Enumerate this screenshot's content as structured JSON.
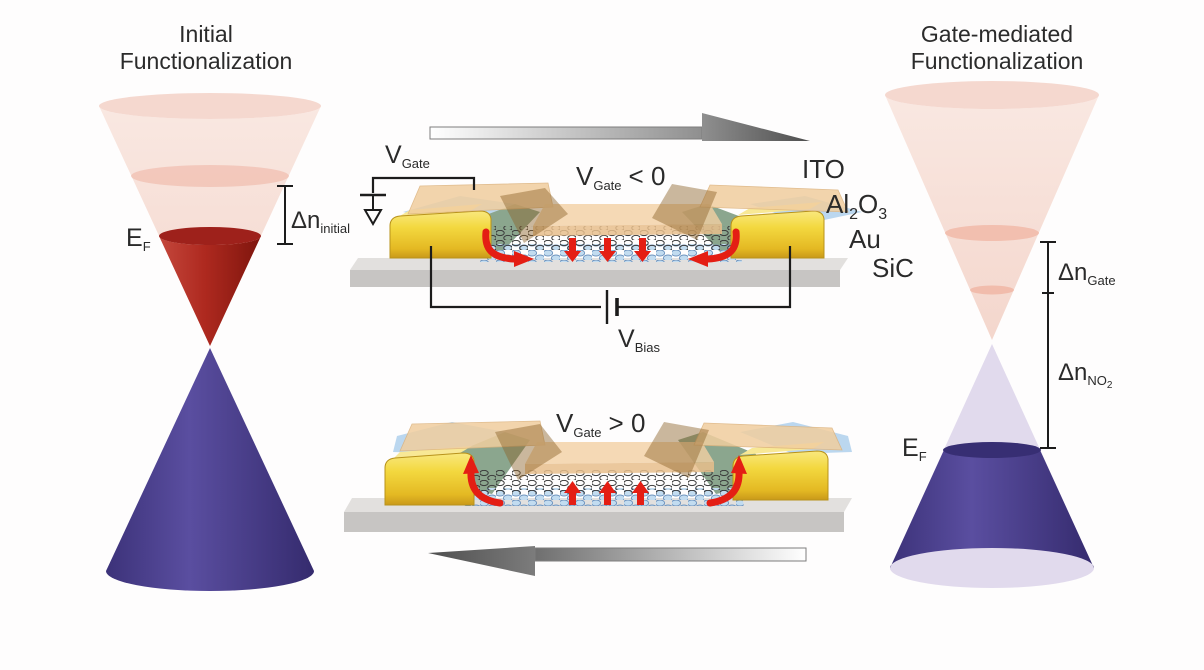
{
  "left_panel": {
    "title_line1": "Initial",
    "title_line2": "Functionalization",
    "ef": {
      "base": "E",
      "sub": "F"
    },
    "dn_initial": {
      "base": "Δn",
      "sub": "initial"
    }
  },
  "device_panel": {
    "vgate": {
      "base": "V",
      "sub": "Gate"
    },
    "vgate_neg": {
      "base": "V",
      "sub": "Gate",
      "rest": "< 0"
    },
    "vgate_pos": {
      "base": "V",
      "sub": "Gate",
      "rest": "> 0"
    },
    "vbias": {
      "base": "V",
      "sub": "Bias"
    },
    "legend": {
      "ito": {
        "label": "ITO",
        "color": "#E8913C"
      },
      "al2o3": {
        "p1": "Al",
        "s1": "2",
        "p2": "O",
        "s2": "3",
        "color": "#4273C8"
      },
      "au": {
        "label": "Au",
        "color": "#EFD020"
      },
      "sic": {
        "label": "SiC",
        "color": "#1A1A1A"
      }
    }
  },
  "right_panel": {
    "title_line1": "Gate-mediated",
    "title_line2": "Functionalization",
    "ef": {
      "base": "E",
      "sub": "F"
    },
    "dn_gate": {
      "base": "Δn",
      "sub": "Gate"
    },
    "dn_no2": {
      "base": "Δn",
      "sub": "NO",
      "subsub": "2"
    }
  },
  "colors": {
    "upper_cone_pink": "#F7DED6",
    "cone_ring_pink": "#EDAE9C",
    "filled_red_cone": "#B02A20",
    "lower_cone_indigo": "#4A3F8E",
    "hole_cone_lavender": "#D9D1E8",
    "gold": "#F3D83F",
    "al2o3_layer": "#B5D4EE",
    "ito_layer": "#F1CE9F",
    "molecular_layer_green": "#7E9C82",
    "substrate_gray": "#DFDDDB",
    "charge_arrow_red": "#E41E14"
  }
}
